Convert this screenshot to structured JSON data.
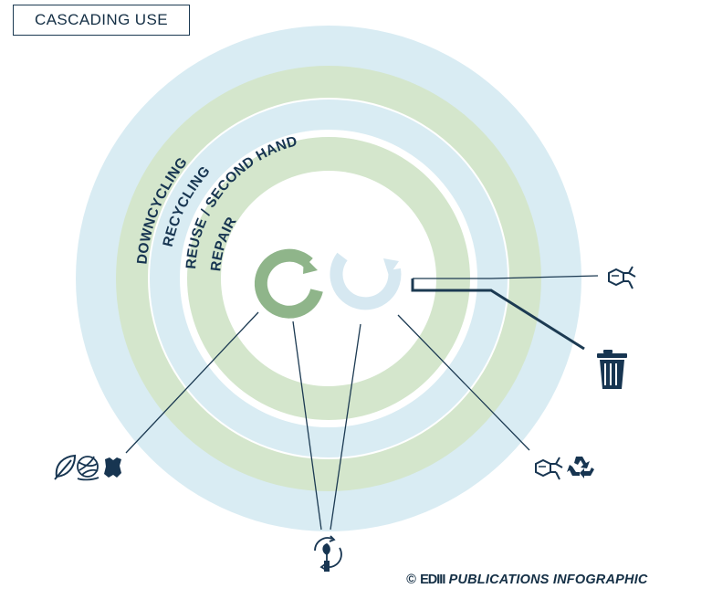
{
  "title": "CASCADING USE",
  "rings": [
    {
      "label": "DOWNCYCLING",
      "color": "#d9ecf3"
    },
    {
      "label": "RECYCLING",
      "color": "#d4e6cc"
    },
    {
      "label": "REUSE / SECOND HAND",
      "color": "#d9ecf3"
    },
    {
      "label": "REPAIR",
      "color": "#d4e6cc"
    }
  ],
  "colors": {
    "dark_navy": "#173551",
    "green_loop": "#8fb58a",
    "blue_loop": "#d6e8f1",
    "line": "#1c3a52"
  },
  "icons": {
    "center_left": "leaf-cycle-icon",
    "center_right": "chemical-cycle-icon",
    "right_top": "chemical-molecule-icon",
    "right_mid": "trash-bin-icon",
    "bottom_left": [
      "leaf-icon",
      "yarn-ball-icon",
      "leather-hide-icon"
    ],
    "bottom_center": "plant-in-hand-cycle-icon",
    "bottom_right": [
      "chemical-molecule-icon",
      "recycle-icon"
    ]
  },
  "footer": {
    "copyright": "©",
    "logo": "EDIII",
    "text": "PUBLICATIONS INFOGRAPHIC"
  }
}
